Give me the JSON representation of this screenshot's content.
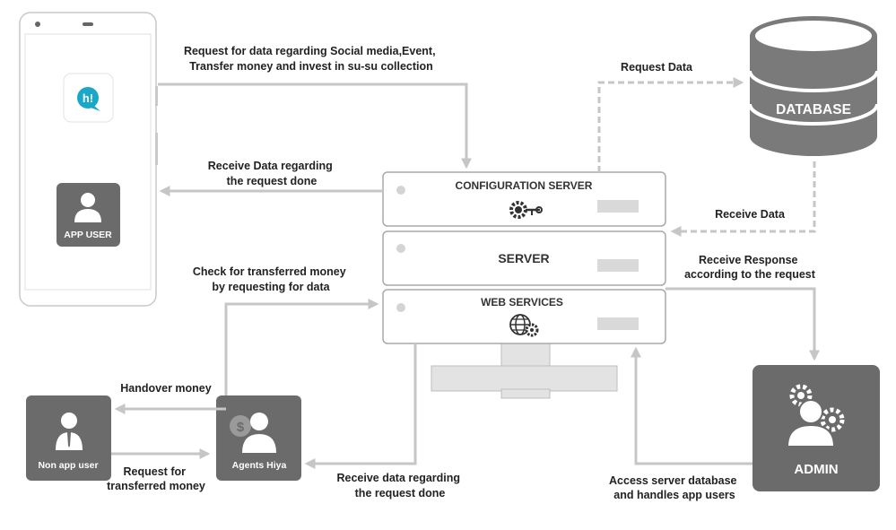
{
  "colors": {
    "arrow": "#c6c6c6",
    "card": "#6b6b6b",
    "db": "#7a7a7a",
    "server_border": "#a9a9a9",
    "accent_logo": "#1aa7c8"
  },
  "phone": {
    "logo_text": "h!",
    "user_label": "APP USER"
  },
  "server": {
    "config_label": "CONFIGURATION SERVER",
    "main_label": "SERVER",
    "web_label": "WEB SERVICES"
  },
  "database": {
    "label": "DATABASE"
  },
  "admin": {
    "label": "ADMIN"
  },
  "non_app_user": {
    "label": "Non app user"
  },
  "agents": {
    "label": "Agents Hiya"
  },
  "flows": {
    "request_social": [
      "Request for data regarding Social media,Event,",
      "Transfer money and invest in su-su collection"
    ],
    "receive_data_request": [
      "Receive Data regarding",
      "the request done"
    ],
    "check_transferred": [
      "Check for transferred money",
      "by requesting for data"
    ],
    "handover_money": [
      "Handover money"
    ],
    "request_transferred": [
      "Request for",
      "transferred money"
    ],
    "receive_data_agents": [
      "Receive data regarding",
      "the request done"
    ],
    "request_data": [
      "Request Data"
    ],
    "receive_data_db": [
      "Receive Data"
    ],
    "receive_response": [
      "Receive Response",
      "according to the request"
    ],
    "access_server": [
      "Access server database",
      "and handles app users"
    ]
  }
}
